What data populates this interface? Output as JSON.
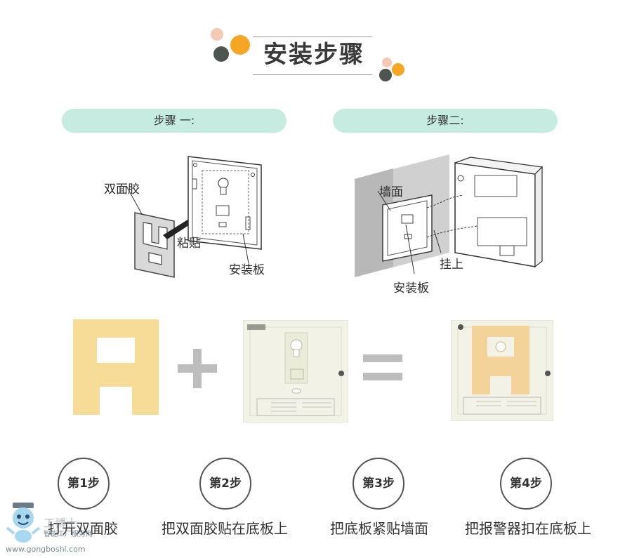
{
  "title": "安装步骤",
  "colors": {
    "pill": "#c6ece1",
    "orange": "#f5a623",
    "dark_dot": "#4d5550",
    "peach": "#f4c9b6",
    "foam": "#f7dc98",
    "plate": "#f2f3e6"
  },
  "steps_header": {
    "step1": "步骤 一:",
    "step2": "步骤二:"
  },
  "diagram1": {
    "tape_label": "双面胶",
    "stick_label": "粘贴",
    "plate_label": "安装板"
  },
  "diagram2": {
    "wall_label": "墙面",
    "hang_label": "挂上",
    "plate_label": "安装板"
  },
  "photos": {
    "plus": "+",
    "equals": "="
  },
  "steps": [
    {
      "badge": "第1步",
      "caption": "打开双面胶"
    },
    {
      "badge": "第2步",
      "caption": "把双面胶贴在底板上"
    },
    {
      "badge": "第3步",
      "caption": "把底板紧贴墙面"
    },
    {
      "badge": "第4步",
      "caption": "把报警器扣在底板上"
    }
  ],
  "watermark": {
    "brand": "工博士",
    "slogan": "智能工厂服务商",
    "url": "www.gongboshi.com"
  }
}
